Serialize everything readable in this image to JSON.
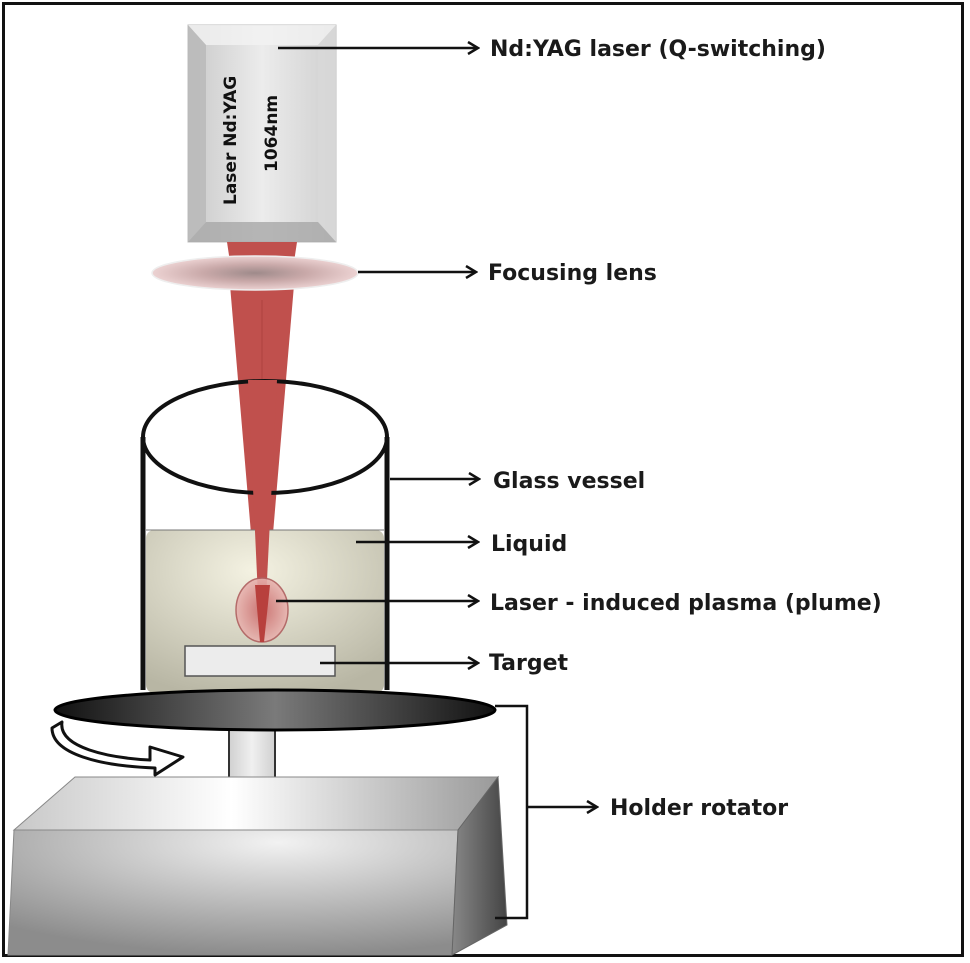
{
  "diagram": {
    "title": "Pulsed laser ablation in liquid setup",
    "laser_box": {
      "line1": "Laser Nd:YAG",
      "line2": "1064nm"
    },
    "labels": {
      "laser": "Nd:YAG laser (Q-switching)",
      "lens": "Focusing lens",
      "vessel": "Glass vessel",
      "liquid": "Liquid",
      "plasma": "Laser - induced plasma (plume)",
      "target": "Target",
      "rotator": "Holder rotator"
    },
    "colors": {
      "beam": "#c0504d",
      "liquid": "#dcdac8",
      "laser_body": "#e2e2e2",
      "platform": "#4a4a4a",
      "base": "#b5b5b5"
    }
  }
}
